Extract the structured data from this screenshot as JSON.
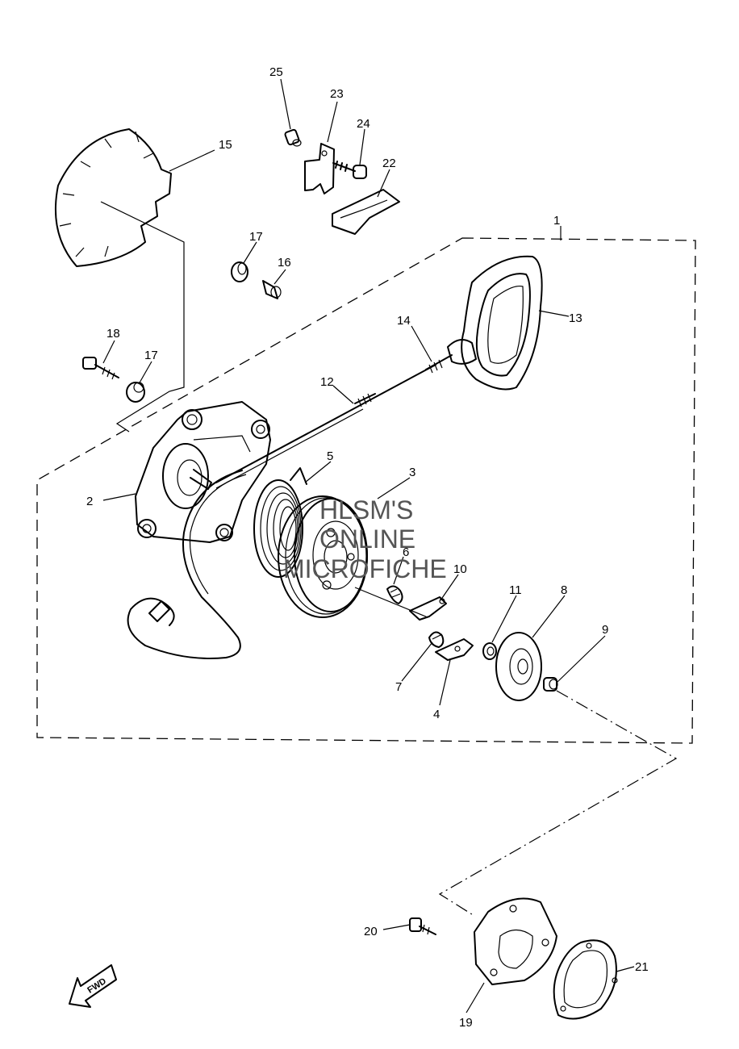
{
  "callouts": [
    "1",
    "2",
    "3",
    "4",
    "5",
    "6",
    "7",
    "8",
    "9",
    "10",
    "11",
    "12",
    "13",
    "14",
    "15",
    "16",
    "17",
    "17",
    "18",
    "19",
    "20",
    "21",
    "22",
    "23",
    "24",
    "25"
  ],
  "watermark": {
    "line1": "HLSM'S",
    "line2": "ONLINE",
    "line3": "MICROFICHE",
    "color": "#555555"
  },
  "fwd_badge": "FWD"
}
